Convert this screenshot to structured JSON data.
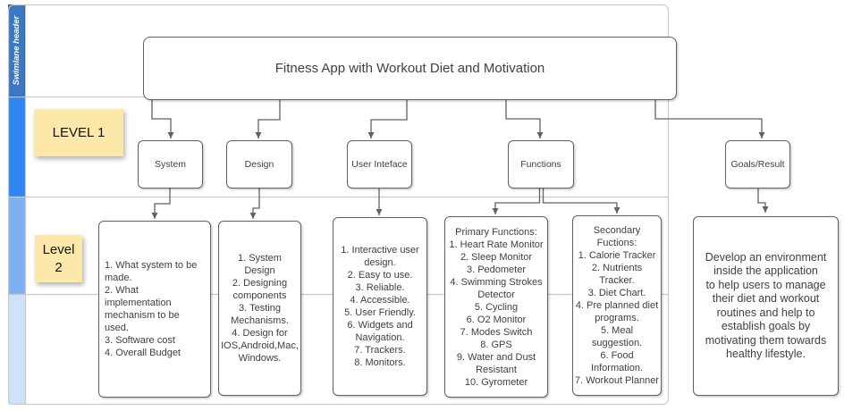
{
  "diagram": {
    "root": {
      "label": "Fitness App with Workout Diet and Motivation"
    },
    "swimlane": {
      "header_label": "Swimlane header",
      "lane_colors": {
        "header": "#3C78C2",
        "level1": "#2F86F0",
        "level2": "#7FB1F2",
        "bottom": "#CEE2F9"
      },
      "grid_line_color": "#C9C9C9"
    },
    "stickies": {
      "level1": "LEVEL 1",
      "level2": "Level\n2",
      "color": "#FCE9A9"
    },
    "level1_nodes": [
      {
        "label": "System"
      },
      {
        "label": "Design"
      },
      {
        "label": "User Inteface"
      },
      {
        "label": "Functions"
      },
      {
        "label": "Goals/Result"
      }
    ],
    "level2_nodes": [
      {
        "text": "1. What system to be\nmade.\n2. What\nimplementation\nmechanism to be\nused.\n3. Software cost\n4. Overall Budget"
      },
      {
        "text": "1. System\nDesign\n2. Designing\ncomponents\n3. Testing\nMechanisms.\n4. Design for\nIOS,Android,Mac,\nWindows."
      },
      {
        "text": "1. Interactive user\ndesign.\n2. Easy to use.\n3. Reliable.\n4. Accessible.\n5. User Friendly.\n6. Widgets and\nNavigation.\n7. Trackers.\n8. Monitors."
      },
      {
        "text": "Primary Functions:\n1. Heart Rate Monitor\n2. Sleep Monitor\n3. Pedometer\n4. Swimming Strokes\nDetector\n5. Cycling\n6. O2 Monitor\n7. Modes Switch\n8. GPS\n9. Water and Dust\nResistant\n10. Gyrometer"
      },
      {
        "text": "Secondary\nFuctions:\n1. Calorie Tracker\n2. Nutrients\nTracker.\n3. Diet Chart.\n4. Pre planned diet\nprograms.\n5. Meal\nsuggestion.\n6. Food\nInformation.\n7. Workout Planner"
      },
      {
        "text": "Develop an environment\ninside the application\nto help users to manage\ntheir diet and workout\nroutines and help to\nestablish goals by\nmotivating them towards\nhealthy lifestyle."
      }
    ],
    "connector_color": "#616161"
  }
}
